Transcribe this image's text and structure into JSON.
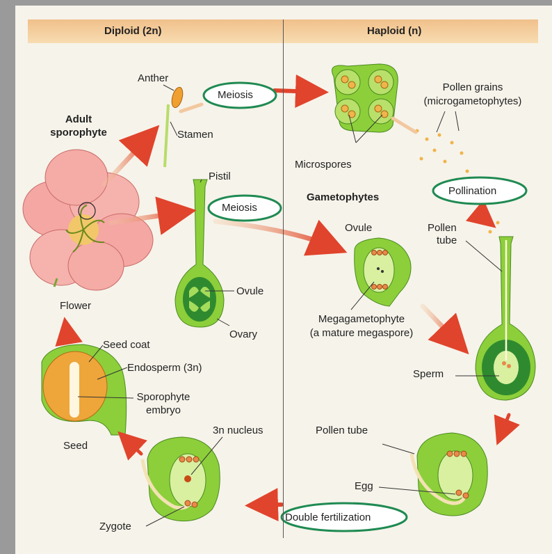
{
  "header": {
    "diploid": "Diploid (2n)",
    "haploid": "Haploid (n)"
  },
  "labels": {
    "anther": "Anther",
    "meiosis_top": "Meiosis",
    "adult_sporophyte_1": "Adult",
    "adult_sporophyte_2": "sporophyte",
    "stamen": "Stamen",
    "pollen_grains_1": "Pollen grains",
    "pollen_grains_2": "(microgametophytes)",
    "microspores": "Microspores",
    "pistil": "Pistil",
    "gametophytes": "Gametophytes",
    "pollination": "Pollination",
    "meiosis_mid": "Meiosis",
    "ovule_left": "Ovule",
    "pollen_tube_top_1": "Pollen",
    "pollen_tube_top_2": "tube",
    "ovule": "Ovule",
    "flower": "Flower",
    "ovary": "Ovary",
    "megagametophyte_1": "Megagametophyte",
    "megagametophyte_2": "(a mature megaspore)",
    "seed_coat": "Seed coat",
    "endosperm": "Endosperm (3n)",
    "sperm": "Sperm",
    "sporophyte_embryo_1": "Sporophyte",
    "sporophyte_embryo_2": "embryo",
    "seed": "Seed",
    "nucleus": "3n nucleus",
    "pollen_tube_bottom": "Pollen tube",
    "egg": "Egg",
    "zygote": "Zygote",
    "double_fertilization": "Double fertilization"
  },
  "colors": {
    "arrow": "#e0442c",
    "oval_border": "#1f8a52",
    "plant_green": "#8ccf3a",
    "dark_green": "#2f8a2f",
    "petal": "#f4a7a3",
    "seed_orange": "#eea53a"
  }
}
